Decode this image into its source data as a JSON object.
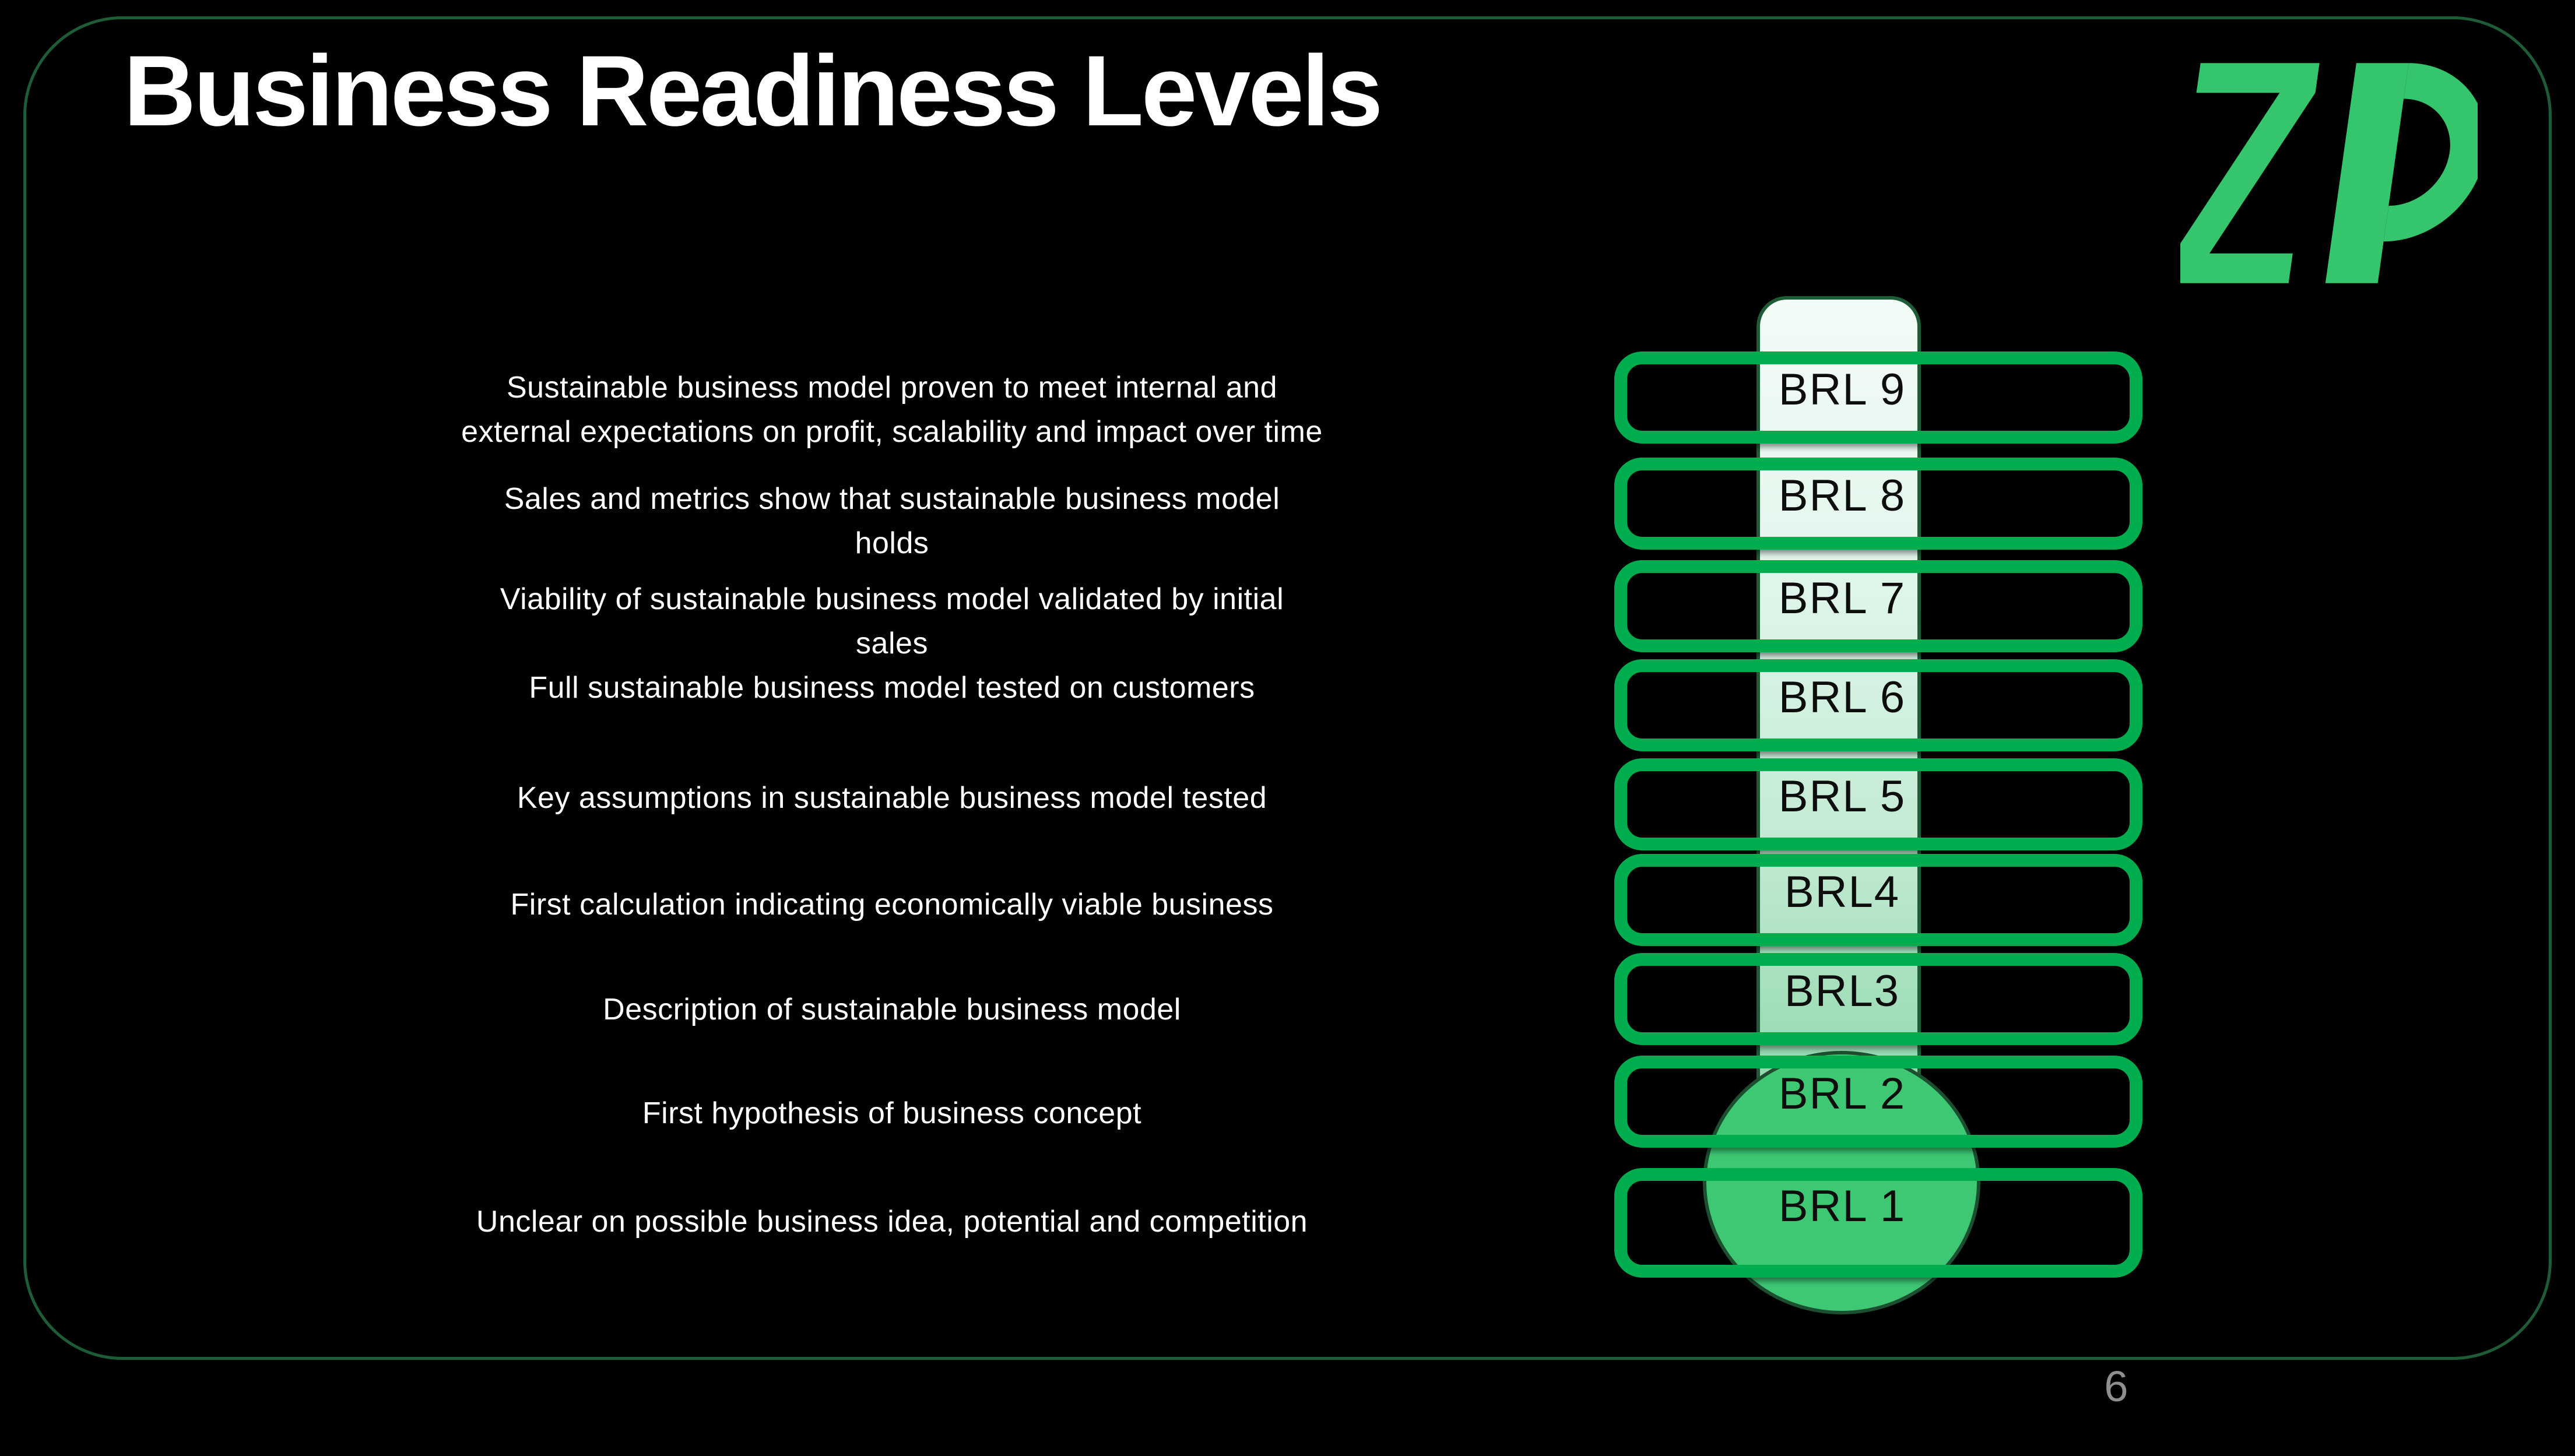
{
  "title": "Business Readiness Levels",
  "logo_text": "ZP",
  "page_number": "6",
  "colors": {
    "background": "#000000",
    "frame_border": "#1d5c36",
    "box_border_green": "#00ad4e",
    "column_light": "#f3fbf6",
    "column_deep": "#7fd09d",
    "bulb_green": "#3ec874",
    "bulb_border": "#1b4f2f",
    "label_text": "#0d0d0d",
    "description_text": "#ffffff",
    "logo_green": "#34c56d",
    "page_number_gray": "#8f8f8f"
  },
  "levels": [
    {
      "label": "BRL 9",
      "desc_lines": [
        "Sustainable business model proven to meet internal and",
        "external expectations on profit, scalability and impact over time"
      ]
    },
    {
      "label": "BRL 8",
      "desc_lines": [
        "Sales and metrics show that sustainable business model",
        "holds"
      ]
    },
    {
      "label": "BRL 7",
      "desc_lines": [
        "Viability of sustainable business model validated by initial",
        "sales"
      ]
    },
    {
      "label": "BRL 6",
      "desc_lines": [
        "Full sustainable business model tested on customers"
      ]
    },
    {
      "label": "BRL 5",
      "desc_lines": [
        "Key assumptions in sustainable business model tested"
      ]
    },
    {
      "label": "BRL4",
      "desc_lines": [
        "First calculation indicating economically viable business"
      ]
    },
    {
      "label": "BRL3",
      "desc_lines": [
        "Description of sustainable business model"
      ]
    },
    {
      "label": "BRL 2",
      "desc_lines": [
        "First hypothesis of business concept"
      ]
    },
    {
      "label": "BRL 1",
      "desc_lines": [
        "Unclear on possible business idea, potential and competition"
      ]
    }
  ]
}
